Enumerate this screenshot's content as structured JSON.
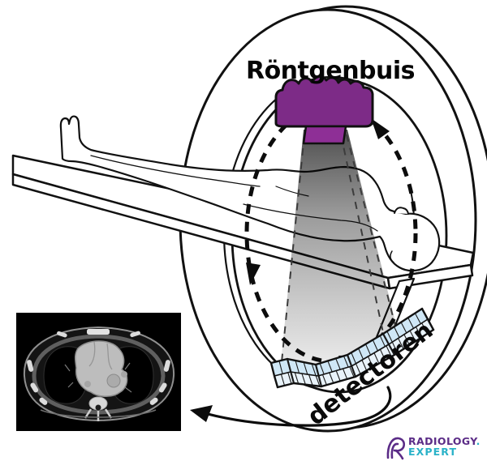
{
  "title": {
    "text": "Röntgenbuis"
  },
  "labels": {
    "detectors": "detectoren"
  },
  "logo": {
    "brand": "RADIOLOGY",
    "period": ".",
    "sub_brand": "EXPERT"
  },
  "colors": {
    "xray_tube": "#7d2b87",
    "collimator": "#8e2f96",
    "detector_top_face": "#cfe7f6",
    "detector_front_face": "#e9f3fa",
    "logo_purple": "#5b2c87",
    "logo_cyan": "#2ab2c8",
    "outline": "#111111",
    "beam_dark": "#4e4e4e",
    "beam_light": "#e9e9e9"
  }
}
